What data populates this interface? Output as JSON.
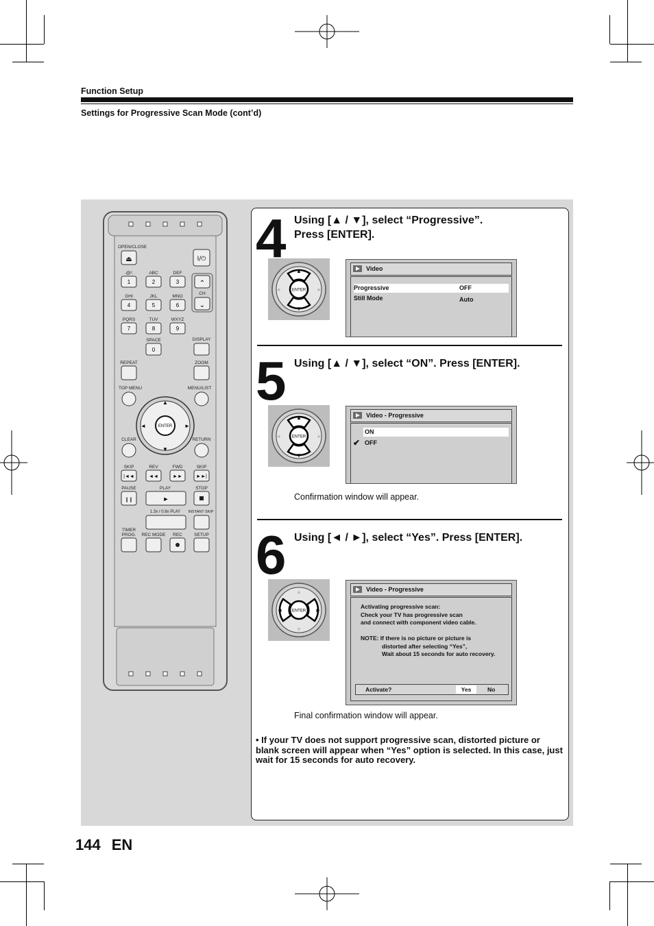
{
  "header": {
    "section": "Function Setup",
    "subsection": "Settings for Progressive Scan Mode (cont’d)"
  },
  "steps": [
    {
      "number": "4",
      "title_line1": "Using [▲ / ▼], select “Progressive”.",
      "title_line2": "Press [ENTER].",
      "screen": {
        "title": "Video",
        "rows": [
          {
            "label": "Progressive",
            "value": "OFF",
            "highlighted": true
          },
          {
            "label": "Still Mode",
            "value": "Auto",
            "highlighted": false
          }
        ]
      }
    },
    {
      "number": "5",
      "title_line1": "Using [▲ / ▼], select “ON”. Press [ENTER].",
      "screen": {
        "title": "Video - Progressive",
        "options": [
          {
            "label": "ON",
            "highlighted": true,
            "checked": false
          },
          {
            "label": "OFF",
            "highlighted": false,
            "checked": true
          }
        ]
      },
      "caption": "Confirmation window will appear."
    },
    {
      "number": "6",
      "title_line1": "Using [◄ / ►], select “Yes”. Press [ENTER].",
      "screen": {
        "title": "Video - Progressive",
        "message_lines": [
          "Activating progressive scan:",
          "Check your TV has progressive scan",
          "and connect with component video cable."
        ],
        "note_lines": [
          "NOTE: If there is no picture or picture is",
          "distorted after selecting “Yes”,",
          "Wait about 15 seconds for auto recovery."
        ],
        "prompt": "Activate?",
        "yes": "Yes",
        "no": "No"
      },
      "caption": "Final confirmation window will appear."
    }
  ],
  "bullet_note": "• If your TV does not support progressive scan, distorted picture or blank screen will appear when “Yes” option is selected. In this case, just wait for 15 seconds for auto recovery.",
  "dpad": {
    "center_label": "ENTER"
  },
  "remote": {
    "open_close": "OPEN/CLOSE",
    "power": "I/⏻",
    "keys": [
      {
        "sub": ".@/:",
        "num": "1"
      },
      {
        "sub": "ABC",
        "num": "2"
      },
      {
        "sub": "DEF",
        "num": "3"
      },
      {
        "sub": "GHI",
        "num": "4"
      },
      {
        "sub": "JKL",
        "num": "5"
      },
      {
        "sub": "MNO",
        "num": "6"
      },
      {
        "sub": "PQRS",
        "num": "7"
      },
      {
        "sub": "TUV",
        "num": "8"
      },
      {
        "sub": "WXYZ",
        "num": "9"
      }
    ],
    "ch": "CH",
    "space": "SPACE",
    "zero": "0",
    "display": "DISPLAY",
    "repeat": "REPEAT",
    "zoom": "ZOOM",
    "top_menu": "TOP MENU",
    "menu_list": "MENU/LIST",
    "enter": "ENTER",
    "clear": "CLEAR",
    "return": "RETURN",
    "skip_back": "SKIP",
    "rev": "REV",
    "fwd": "FWD",
    "skip_fwd": "SKIP",
    "pause": "PAUSE",
    "play": "PLAY",
    "stop": "STOP",
    "play_speed": "1.3x / 0.8x PLAY",
    "instant_skip": "INSTANT SKIP",
    "timer_prog_1": "TIMER",
    "timer_prog_2": "PROG.",
    "rec_mode": "REC MODE",
    "rec": "REC",
    "setup": "SETUP"
  },
  "page": {
    "number": "144",
    "lang": "EN"
  },
  "colors": {
    "panel": "#d8d8d8",
    "screen": "#c9c9c9",
    "highlight": "#ffffff",
    "text": "#111111"
  }
}
